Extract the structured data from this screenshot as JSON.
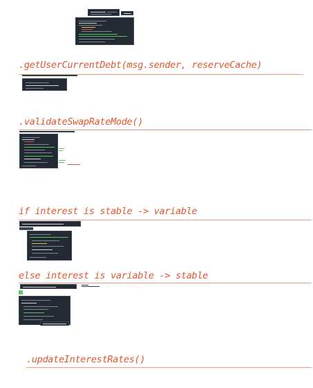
{
  "headings": [
    {
      "id": "get-user-current-debt",
      "text": ".getUserCurrentDebt(msg.sender, reserveCache)"
    },
    {
      "id": "validate-swap-rate-mode",
      "text": ".validateSwapRateMode()"
    },
    {
      "id": "stable-to-variable",
      "text": "if interest is stable -> variable"
    },
    {
      "id": "variable-to-stable",
      "text": "else interest is variable -> stable"
    },
    {
      "id": "update-interest-rates",
      "text": ".updateInterestRates()"
    }
  ],
  "colors": {
    "heading_text": "#e0562e",
    "heading_rule": "#ef9a80",
    "code_background": "#232a33",
    "code_highlight_green": "#52c25a",
    "code_highlight_red": "#e0562e"
  },
  "icons": [
    "code-snippet-thumbnail"
  ]
}
